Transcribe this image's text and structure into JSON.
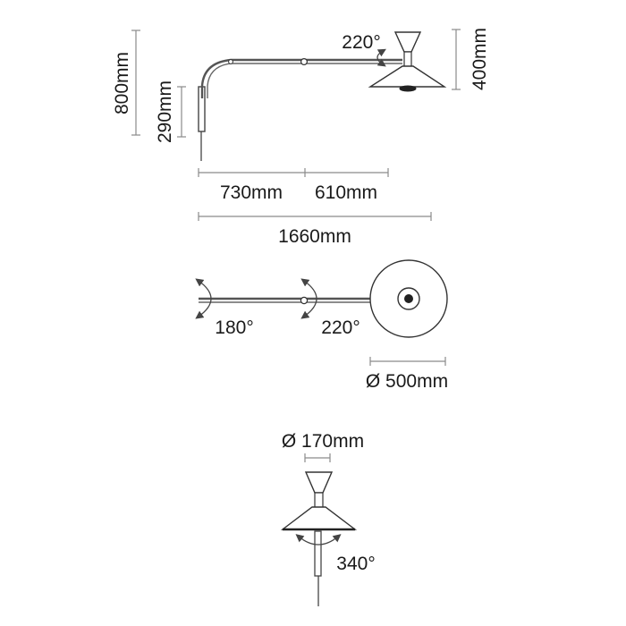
{
  "side_view": {
    "height_total": "800mm",
    "bracket_height": "290mm",
    "shade_height": "400mm",
    "shade_rotation": "220°",
    "arm_segment_1": "730mm",
    "arm_segment_2": "610mm",
    "total_length": "1660mm"
  },
  "top_view": {
    "base_rotation": "180°",
    "joint_rotation": "220°",
    "shade_diameter": "Ø 500mm"
  },
  "front_view": {
    "cone_diameter": "Ø 170mm",
    "shade_rotation": "340°"
  }
}
